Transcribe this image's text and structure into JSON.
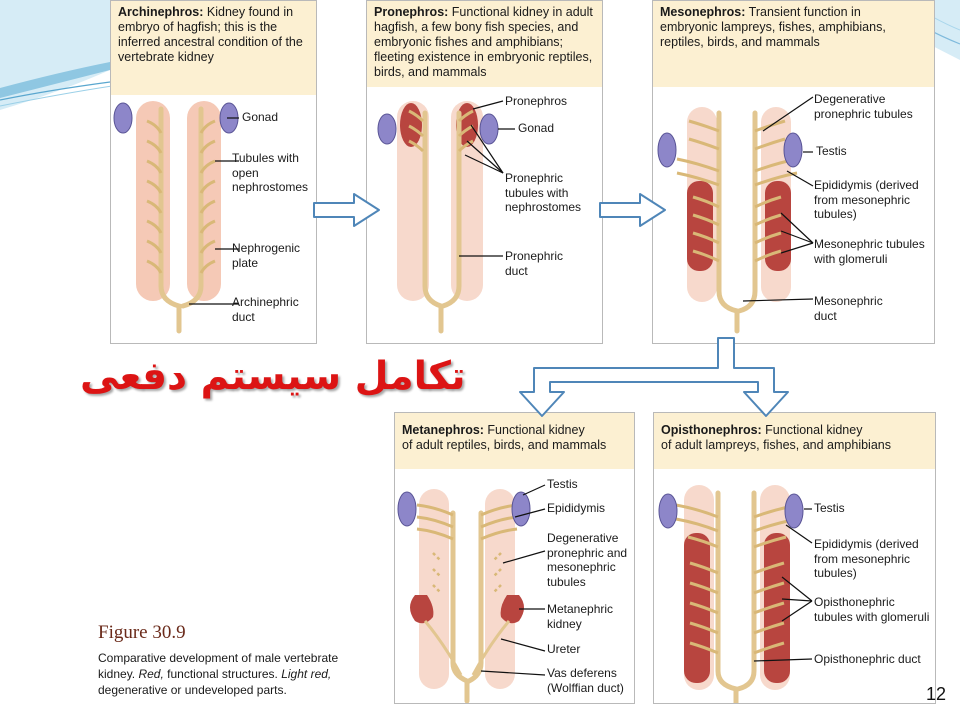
{
  "slide": {
    "title": "تکامل سیستم دفعی",
    "page_number": "12"
  },
  "figure": {
    "title": "Figure 30.9",
    "desc_1": "Comparative development of male vertebrate",
    "desc_2a": "kidney. ",
    "desc_2b": "Red,",
    "desc_2c": " functional structures. ",
    "desc_2d": "Light red,",
    "desc_3": "degenerative or undeveloped parts."
  },
  "panels": {
    "archinephros": {
      "name": "Archinephros:",
      "cap_1": " Kidney found in",
      "cap_2": "embryo of hagfish; this is the",
      "cap_3": "inferred ancestral condition of the",
      "cap_4": "vertebrate kidney",
      "labels": {
        "gonad": "Gonad",
        "tubules_1": "Tubules with",
        "tubules_2": "open",
        "tubules_3": "nephrostomes",
        "plate_1": "Nephrogenic",
        "plate_2": "plate",
        "duct_1": "Archinephric",
        "duct_2": "duct"
      }
    },
    "pronephros": {
      "name": "Pronephros:",
      "cap_1": " Functional kidney in adult",
      "cap_2": "hagfish, a few bony fish species, and",
      "cap_3": "embryonic fishes and amphibians;",
      "cap_4": "fleeting existence in embryonic reptiles,",
      "cap_5": "birds, and mammals",
      "labels": {
        "pronephros": "Pronephros",
        "gonad": "Gonad",
        "tubules_1": "Pronephric",
        "tubules_2": "tubules with",
        "tubules_3": "nephrostomes",
        "duct_1": "Pronephric",
        "duct_2": "duct"
      }
    },
    "mesonephros": {
      "name": "Mesonephros:",
      "cap_1": " Transient function in",
      "cap_2": "embryonic lampreys, fishes, amphibians,",
      "cap_3": "reptiles, birds, and mammals",
      "labels": {
        "degen_1": "Degenerative",
        "degen_2": "pronephric tubules",
        "testis": "Testis",
        "epi_1": "Epididymis (derived",
        "epi_2": "from mesonephric",
        "epi_3": "tubules)",
        "tub_1": "Mesonephric tubules",
        "tub_2": "with glomeruli",
        "duct_1": "Mesonephric",
        "duct_2": "duct"
      }
    },
    "metanephros": {
      "name": "Metanephros:",
      "cap_1": " Functional kidney",
      "cap_2": "of adult reptiles, birds, and mammals",
      "labels": {
        "testis": "Testis",
        "epididymis": "Epididymis",
        "degen_1": "Degenerative",
        "degen_2": "pronephric and",
        "degen_3": "mesonephric",
        "degen_4": "tubules",
        "kidney_1": "Metanephric",
        "kidney_2": "kidney",
        "ureter": "Ureter",
        "vas_1": "Vas deferens",
        "vas_2": "(Wolffian duct)"
      }
    },
    "opisthonephros": {
      "name": "Opisthonephros:",
      "cap_1": " Functional kidney",
      "cap_2": "of adult lampreys, fishes, and amphibians",
      "labels": {
        "testis": "Testis",
        "epi_1": "Epididymis (derived",
        "epi_2": "from mesonephric",
        "epi_3": "tubules)",
        "tub_1": "Opisthonephric",
        "tub_2": "tubules with glomeruli",
        "duct": "Opisthonephric duct"
      }
    }
  },
  "colors": {
    "caption_bg": "#fcf0d2",
    "light_red": "#f5c9b6",
    "red": "#b8453f",
    "duct": "#e2c690",
    "gonad": "#8d86c9",
    "arrow_fill": "#ffffff",
    "arrow_stroke": "#4f86b8",
    "title_red": "#dc1414"
  }
}
